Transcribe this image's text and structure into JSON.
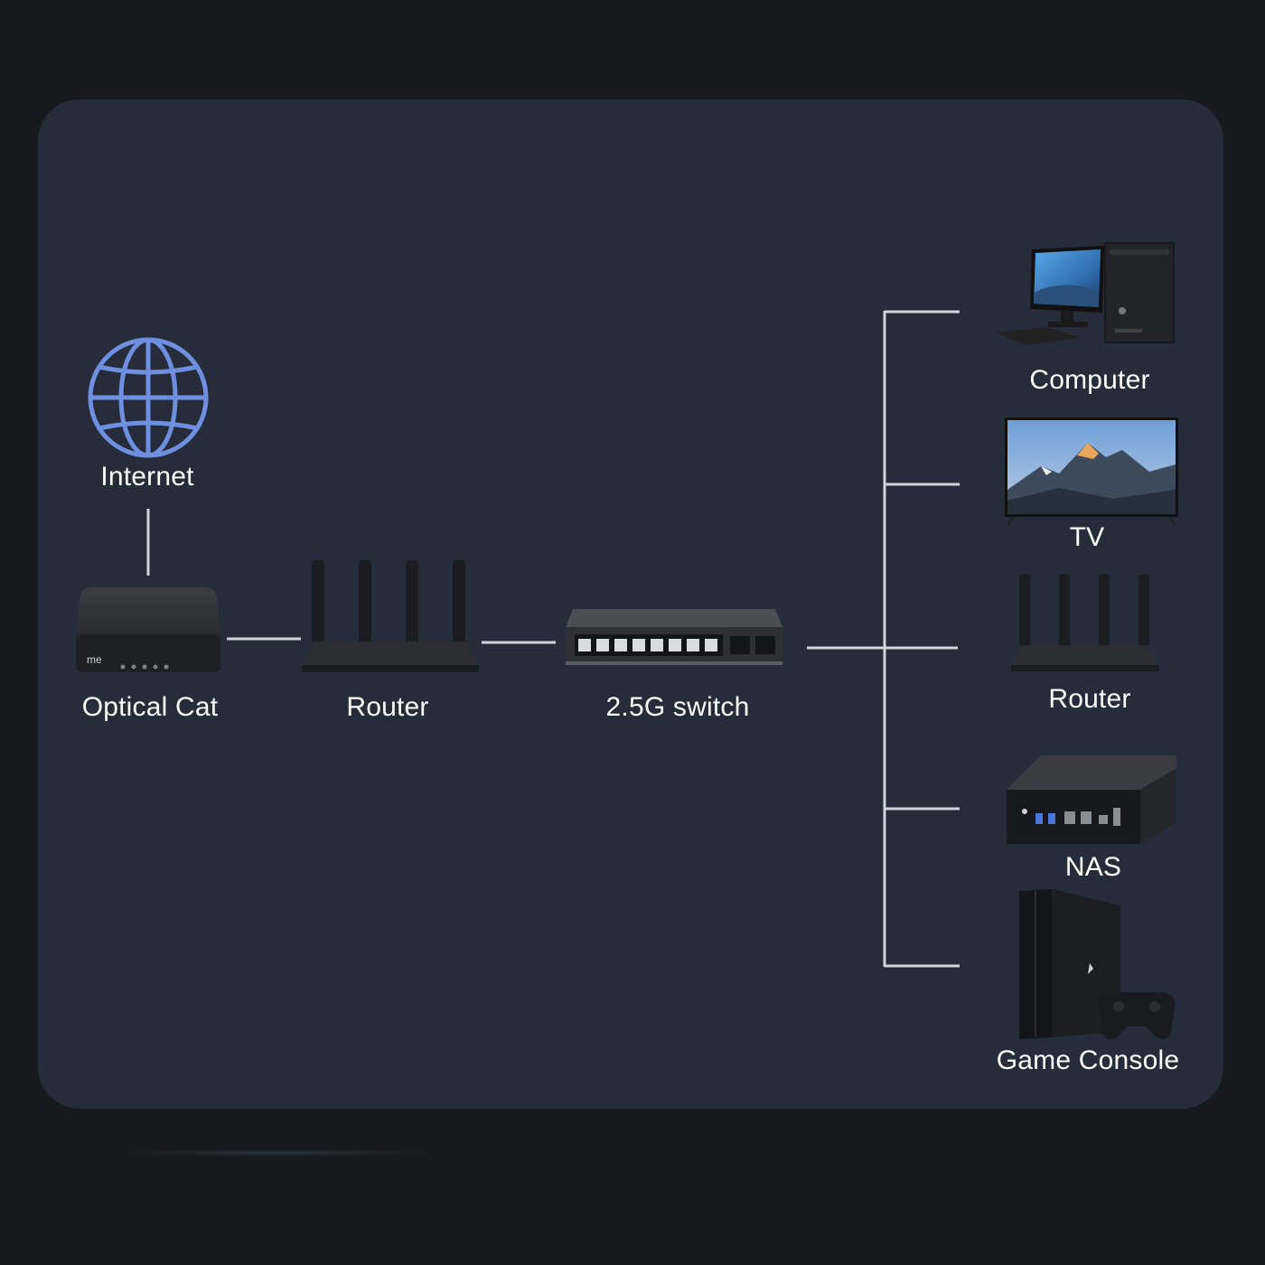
{
  "diagram": {
    "nodes": {
      "internet": {
        "label": "Internet",
        "icon": "globe-icon"
      },
      "optical_cat": {
        "label": "Optical Cat",
        "icon": "modem-icon"
      },
      "router_main": {
        "label": "Router",
        "icon": "router-icon"
      },
      "switch": {
        "label": "2.5G switch",
        "icon": "switch-icon"
      },
      "computer": {
        "label": "Computer",
        "icon": "computer-icon"
      },
      "tv": {
        "label": "TV",
        "icon": "tv-icon"
      },
      "router_client": {
        "label": "Router",
        "icon": "router-icon"
      },
      "nas": {
        "label": "NAS",
        "icon": "nas-icon"
      },
      "game_console": {
        "label": "Game Console",
        "icon": "game-console-icon"
      }
    },
    "connections": [
      [
        "internet",
        "optical_cat"
      ],
      [
        "optical_cat",
        "router_main"
      ],
      [
        "router_main",
        "switch"
      ],
      [
        "switch",
        "computer"
      ],
      [
        "switch",
        "tv"
      ],
      [
        "switch",
        "router_client"
      ],
      [
        "switch",
        "nas"
      ],
      [
        "switch",
        "game_console"
      ]
    ],
    "colors": {
      "background": "#17191e",
      "panel": "#262c3a",
      "wire": "#d0d3d8",
      "globe": "#6f8fe0",
      "text": "#ffffff"
    }
  }
}
